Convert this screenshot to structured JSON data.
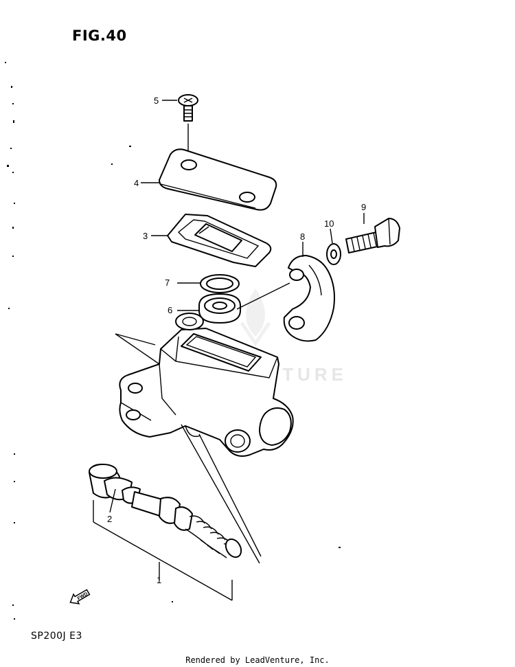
{
  "figure": {
    "title": "FIG.40",
    "model": "SP200J  E3",
    "footer": "Rendered by LeadVenture, Inc."
  },
  "watermark": {
    "text": "LEADVENTURE",
    "color": "#e6e6e6"
  },
  "fwd_arrow": {
    "label": "FWD"
  },
  "callouts": [
    "1",
    "2",
    "3",
    "4",
    "5",
    "6",
    "7",
    "8",
    "9",
    "10"
  ],
  "colors": {
    "line": "#000000",
    "background": "#ffffff"
  }
}
